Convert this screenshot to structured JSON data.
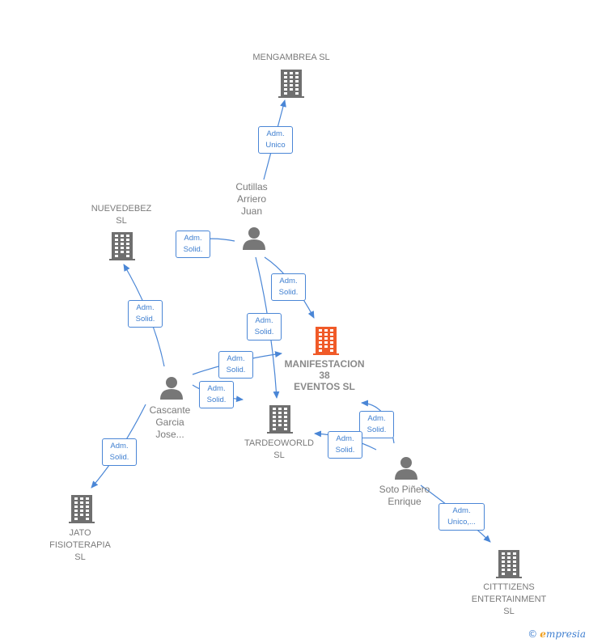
{
  "colors": {
    "building": "#6f6f6f",
    "building_main": "#f05a28",
    "person": "#777777",
    "edge": "#4a86d6",
    "label_text": "#7a7a7a"
  },
  "nodes": {
    "mengambrea": {
      "label": "MENGAMBREA SL",
      "icon": "building-icon"
    },
    "nuevedebez": {
      "label": "NUEVEDEBEZ\nSL",
      "icon": "building-icon"
    },
    "manifestacion": {
      "label": "MANIFESTACION\n38\nEVENTOS  SL",
      "icon": "building-icon"
    },
    "tardeoworld": {
      "label": "TARDEOWORLD\nSL",
      "icon": "building-icon"
    },
    "jato": {
      "label": "JATO\nFISIOTERAPIA\nSL",
      "icon": "building-icon"
    },
    "citttizens": {
      "label": "CITTTIZENS\nENTERTAINMENT\nSL",
      "icon": "building-icon"
    },
    "cutillas": {
      "label": "Cutillas\nArriero\nJuan",
      "icon": "person-icon"
    },
    "cascante": {
      "label": "Cascante\nGarcia\nJose...",
      "icon": "person-icon"
    },
    "soto": {
      "label": "Soto Piñero\nEnrique",
      "icon": "person-icon"
    }
  },
  "roles": {
    "cutillas_mengambrea": "Adm.\nUnico",
    "cutillas_nuevedebez": "Adm.\nSolid.",
    "cutillas_manifestacion": "Adm.\nSolid.",
    "cutillas_tardeoworld": "Adm.\nSolid.",
    "cascante_nuevedebez": "Adm.\nSolid.",
    "cascante_manifestacion": "Adm.\nSolid.",
    "cascante_tardeoworld": "Adm.\nSolid.",
    "cascante_jato": "Adm.\nSolid.",
    "soto_manifestacion": "Adm.\nSolid.",
    "soto_tardeoworld": "Adm.\nSolid.",
    "soto_citttizens": "Adm.\nUnico,..."
  },
  "footer": {
    "copyright": "©",
    "brand_initial": "e",
    "brand_rest": "mpresia"
  }
}
